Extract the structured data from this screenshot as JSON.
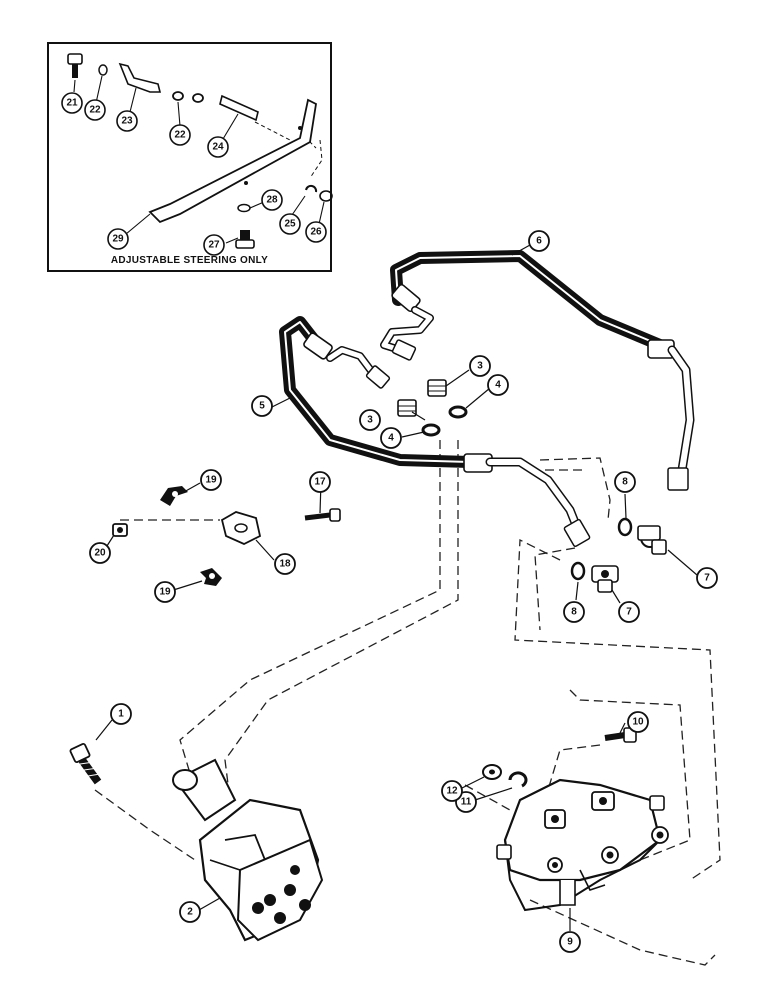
{
  "inset": {
    "caption": "ADJUSTABLE STEERING ONLY",
    "callouts": [
      "21",
      "22",
      "23",
      "22",
      "24",
      "28",
      "25",
      "26",
      "29",
      "27"
    ]
  },
  "callouts": [
    "1",
    "2",
    "3",
    "3",
    "4",
    "4",
    "5",
    "6",
    "7",
    "7",
    "8",
    "8",
    "9",
    "10",
    "11",
    "12",
    "17",
    "18",
    "19",
    "19",
    "20"
  ],
  "parts": [
    {
      "id": "steering-unit",
      "callout": "2",
      "icon": "steering-control-valve-icon"
    },
    {
      "id": "capscrew",
      "callout": "1",
      "icon": "bolt-icon"
    },
    {
      "id": "fitting",
      "callout": "3",
      "icon": "fitting-icon"
    },
    {
      "id": "o-ring",
      "callout": "4",
      "icon": "o-ring-icon"
    },
    {
      "id": "hose",
      "callout": "5",
      "icon": "hose-icon"
    },
    {
      "id": "hose",
      "callout": "6",
      "icon": "hose-icon"
    },
    {
      "id": "elbow",
      "callout": "7",
      "icon": "elbow-fitting-icon"
    },
    {
      "id": "o-ring",
      "callout": "8",
      "icon": "o-ring-icon"
    },
    {
      "id": "valve",
      "callout": "9",
      "icon": "valve-body-icon"
    },
    {
      "id": "capscrew",
      "callout": "10",
      "icon": "bolt-icon"
    },
    {
      "id": "lockwasher",
      "callout": "11",
      "icon": "washer-icon"
    },
    {
      "id": "nut",
      "callout": "12",
      "icon": "nut-icon"
    },
    {
      "id": "capscrew",
      "callout": "17",
      "icon": "bolt-icon"
    },
    {
      "id": "plate",
      "callout": "18",
      "icon": "plate-icon"
    },
    {
      "id": "clamp",
      "callout": "19",
      "icon": "clamp-icon"
    },
    {
      "id": "nut",
      "callout": "20",
      "icon": "nut-icon"
    }
  ]
}
